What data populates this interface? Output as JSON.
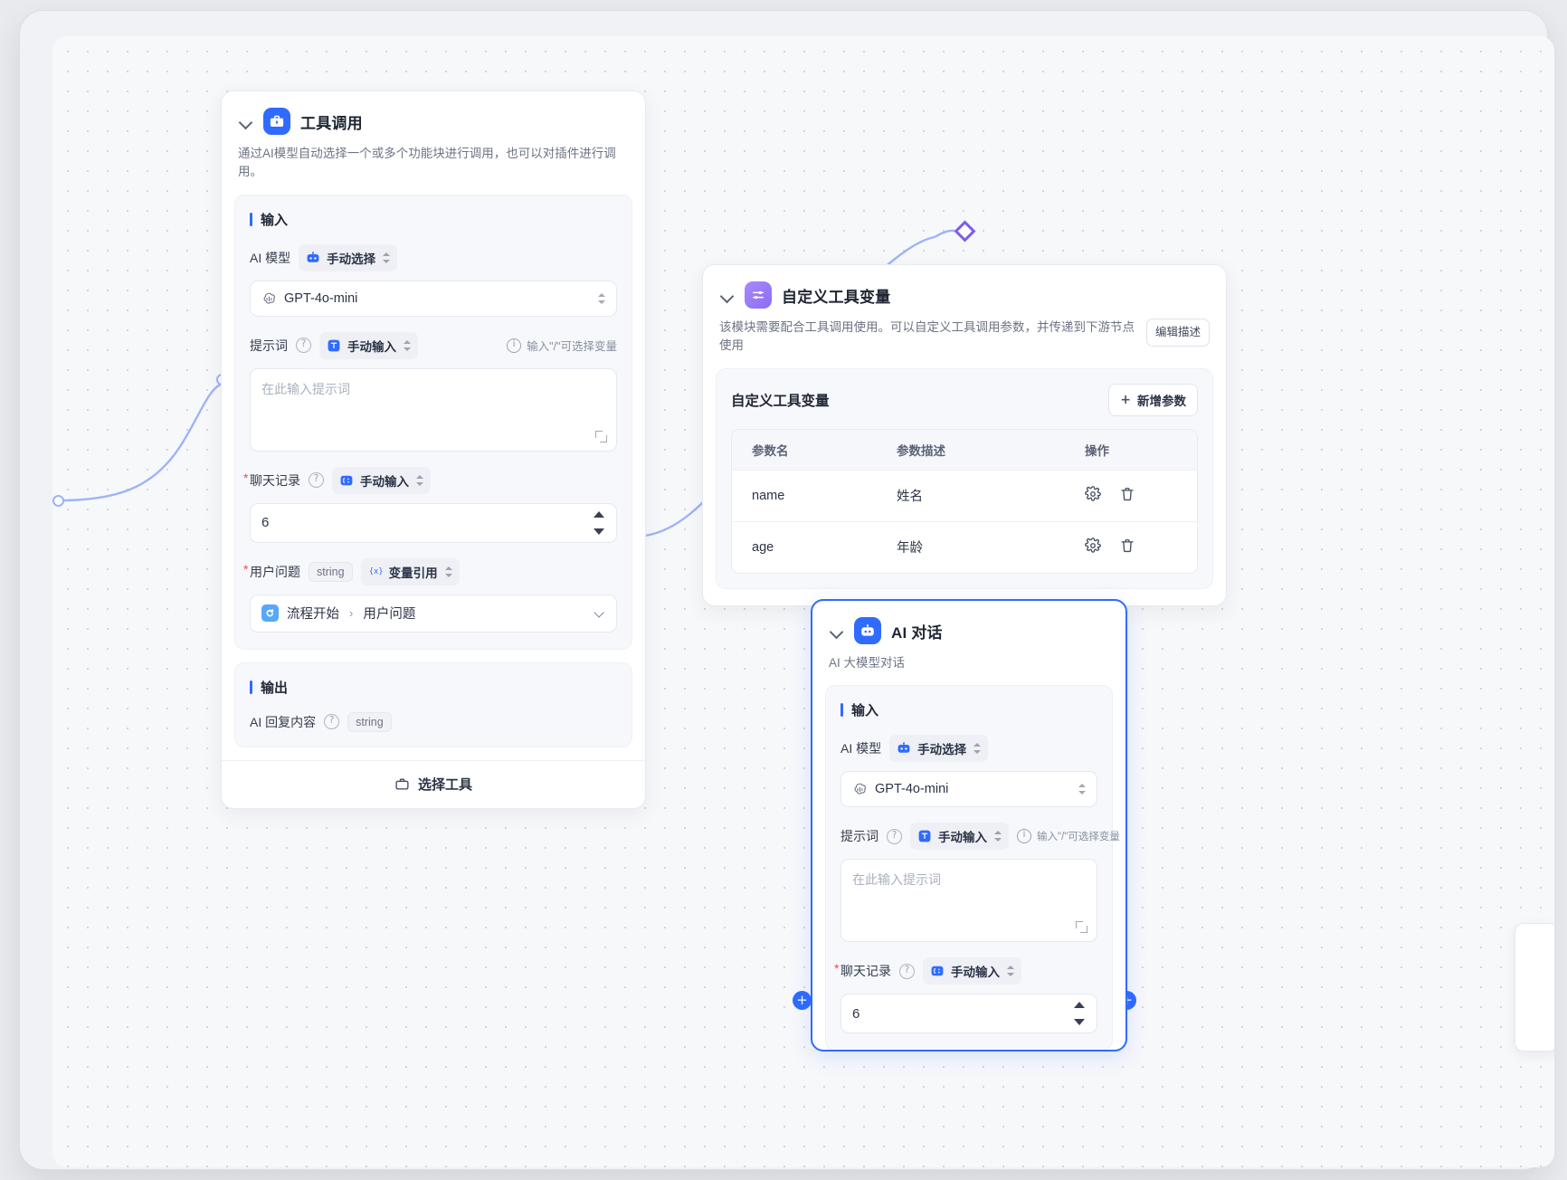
{
  "canvas": {
    "background_color": "#f7f8fa",
    "grid_dot_color": "#d3d6de",
    "accent_color": "#2f6bff",
    "purple_color": "#7c5cf0"
  },
  "nodes": {
    "tool_call": {
      "title": "工具调用",
      "icon": "briefcase-icon",
      "description": "通过AI模型自动选择一个或多个功能块进行调用，也可以对插件进行调用。",
      "input_section": {
        "title": "输入",
        "model": {
          "label": "AI 模型",
          "mode_pill": "手动选择",
          "mode_icon": "robot-icon",
          "value": "GPT-4o-mini",
          "value_icon": "openai-icon"
        },
        "prompt": {
          "label": "提示词",
          "mode_pill": "手动输入",
          "mode_icon": "text-input-icon",
          "hint": "输入\"/\"可选择变量",
          "placeholder": "在此输入提示词"
        },
        "chat_history": {
          "label": "聊天记录",
          "required": true,
          "mode_pill": "手动输入",
          "mode_icon": "number-input-icon",
          "value": "6"
        },
        "user_question": {
          "label": "用户问题",
          "required": true,
          "type_tag": "string",
          "mode_pill": "变量引用",
          "mode_icon": "variable-icon",
          "ref_source": "流程开始",
          "ref_separator": "›",
          "ref_field": "用户问题",
          "ref_icon": "flow-start-icon"
        }
      },
      "output_section": {
        "title": "输出",
        "fields": [
          {
            "label": "AI 回复内容",
            "type_tag": "string"
          }
        ]
      },
      "footer": {
        "label": "选择工具",
        "icon": "briefcase-icon"
      }
    },
    "custom_tool_var": {
      "title": "自定义工具变量",
      "icon": "sliders-icon",
      "description": "该模块需要配合工具调用使用。可以自定义工具调用参数，并传递到下游节点使用",
      "edit_desc_button": "编辑描述",
      "panel": {
        "title": "自定义工具变量",
        "add_button": "新增参数",
        "add_button_icon": "plus-icon",
        "columns": [
          "参数名",
          "参数描述",
          "操作"
        ],
        "rows": [
          {
            "name": "name",
            "desc": "姓名",
            "ops": [
              "gear-icon",
              "trash-icon"
            ]
          },
          {
            "name": "age",
            "desc": "年龄",
            "ops": [
              "gear-icon",
              "trash-icon"
            ]
          }
        ]
      }
    },
    "ai_chat": {
      "title": "AI 对话",
      "icon": "robot-face-icon",
      "description": "AI 大模型对话",
      "selected": true,
      "input_section": {
        "title": "输入",
        "model": {
          "label": "AI 模型",
          "mode_pill": "手动选择",
          "mode_icon": "robot-icon",
          "value": "GPT-4o-mini",
          "value_icon": "openai-icon"
        },
        "prompt": {
          "label": "提示词",
          "mode_pill": "手动输入",
          "mode_icon": "text-input-icon",
          "hint": "输入\"/\"可选择变量",
          "placeholder": "在此输入提示词"
        },
        "chat_history": {
          "label": "聊天记录",
          "required": true,
          "mode_pill": "手动输入",
          "mode_icon": "number-input-icon",
          "value": "6"
        }
      }
    }
  }
}
